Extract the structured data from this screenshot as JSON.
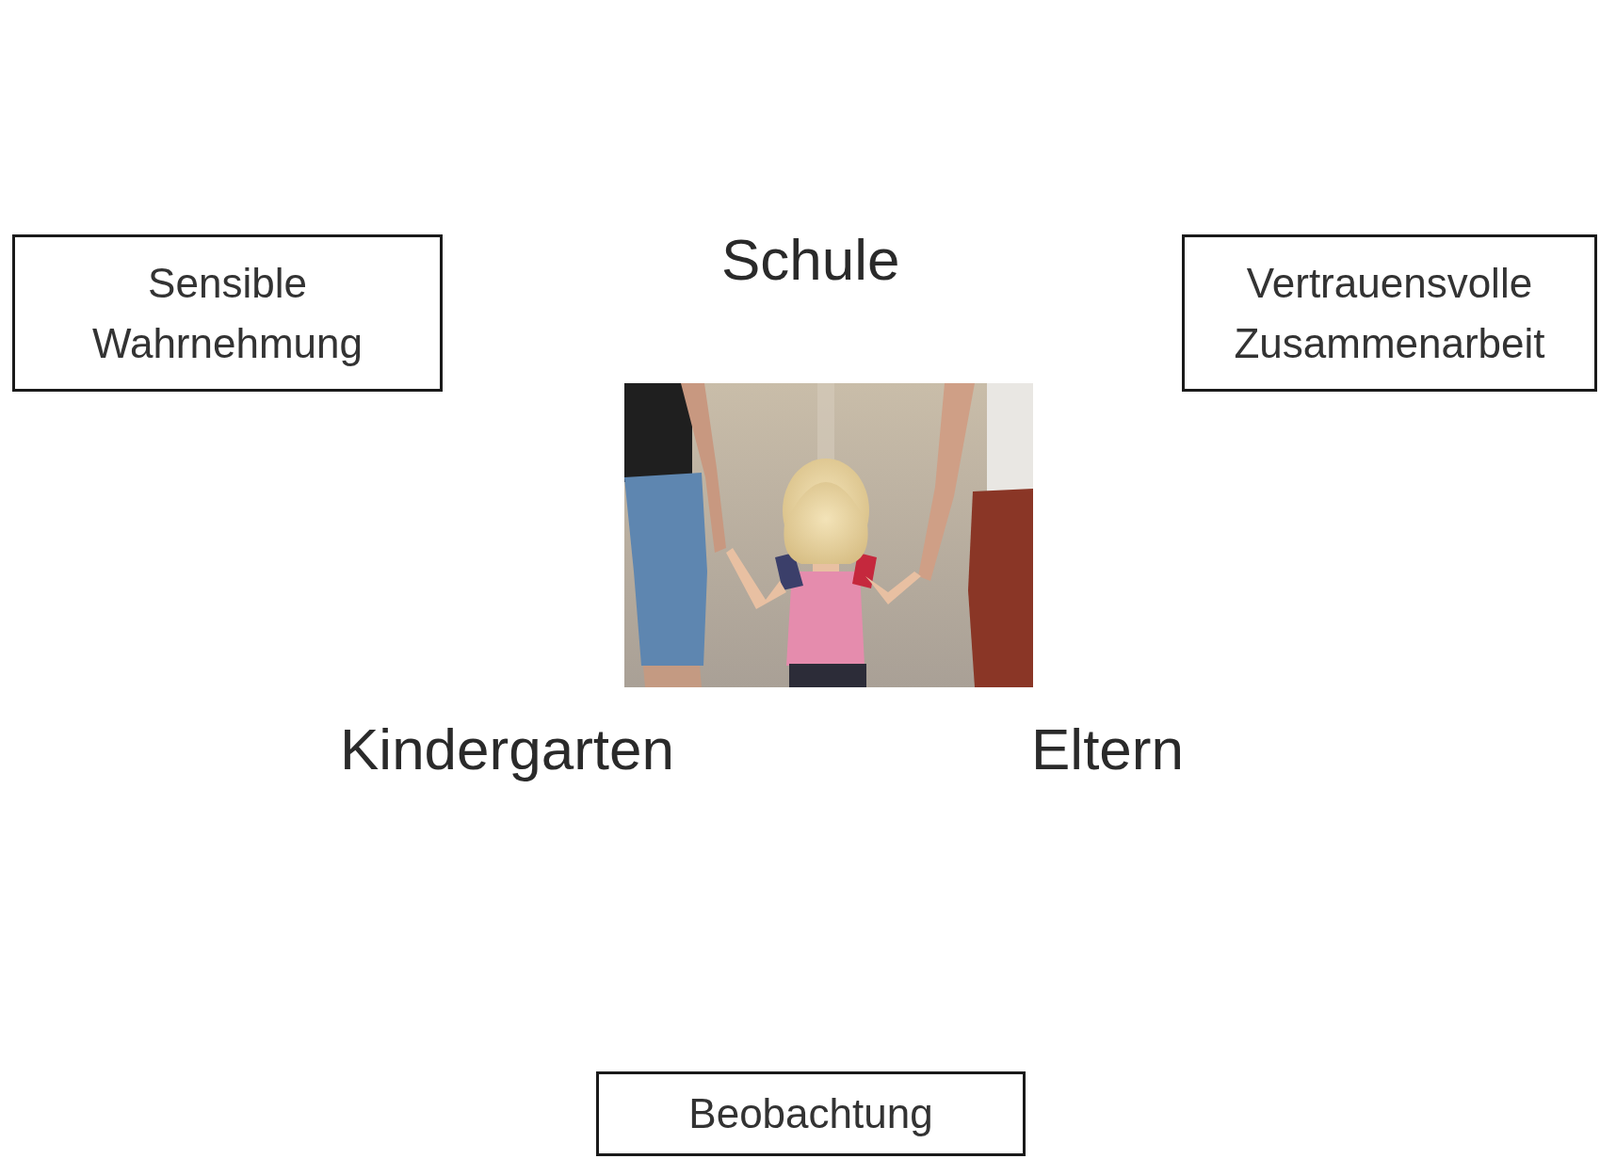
{
  "diagram": {
    "nodes": [
      {
        "text": [
          "Schule"
        ]
      },
      {
        "text": [
          "Sensible Wahrnehmung"
        ]
      },
      {
        "text": [
          "Vertrauensvolle Zusammenarbeit"
        ]
      },
      {
        "text": [
          "Kindergarten"
        ]
      },
      {
        "text": [
          "Eltern"
        ]
      },
      {
        "text": [
          "Beobachtung"
        ]
      }
    ]
  }
}
